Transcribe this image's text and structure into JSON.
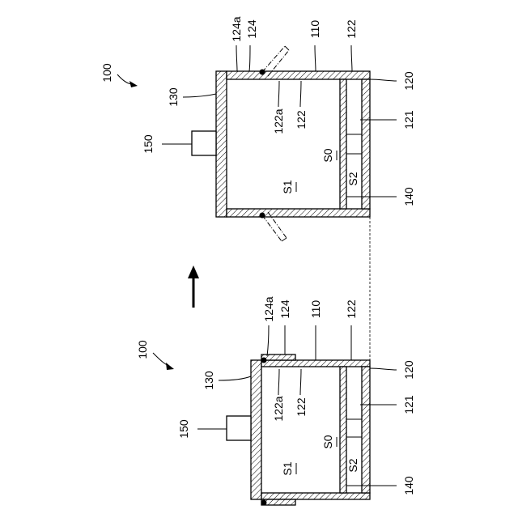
{
  "labels": {
    "ref_100": "100",
    "ref_124a": "124a",
    "ref_124": "124",
    "ref_110": "110",
    "ref_122": "122",
    "ref_120": "120",
    "ref_121": "121",
    "ref_130": "130",
    "ref_122a": "122a",
    "ref_150": "150",
    "ref_140": "140",
    "space_s0": "S0",
    "space_s1": "S1",
    "space_s2": "S2"
  }
}
